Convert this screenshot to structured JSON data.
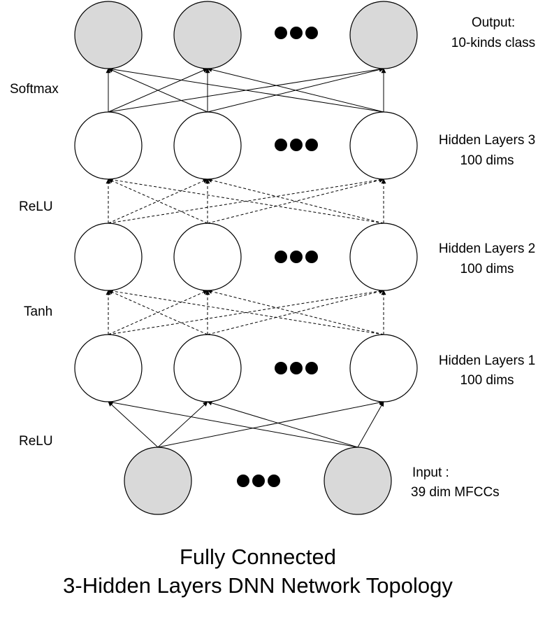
{
  "diagram": {
    "layers": [
      {
        "label_lines": [
          "Output:",
          "10-kinds class"
        ],
        "fill": "#d9d9d9"
      },
      {
        "label_lines": [
          "Hidden Layers 3",
          "100 dims"
        ],
        "fill": "#ffffff"
      },
      {
        "label_lines": [
          "Hidden Layers 2",
          "100 dims"
        ],
        "fill": "#ffffff"
      },
      {
        "label_lines": [
          "Hidden Layers 1",
          "100 dims"
        ],
        "fill": "#ffffff"
      },
      {
        "label_lines": [
          "Input :",
          "39 dim MFCCs"
        ],
        "fill": "#d9d9d9"
      }
    ],
    "activations": [
      "Softmax",
      "ReLU",
      "Tanh",
      "ReLU"
    ],
    "title_lines": [
      "Fully Connected",
      "3-Hidden Layers DNN Network Topology"
    ],
    "colors": {
      "stroke": "#000000",
      "input_output_fill": "#d9d9d9",
      "hidden_fill": "#ffffff",
      "background": "#ffffff"
    }
  }
}
